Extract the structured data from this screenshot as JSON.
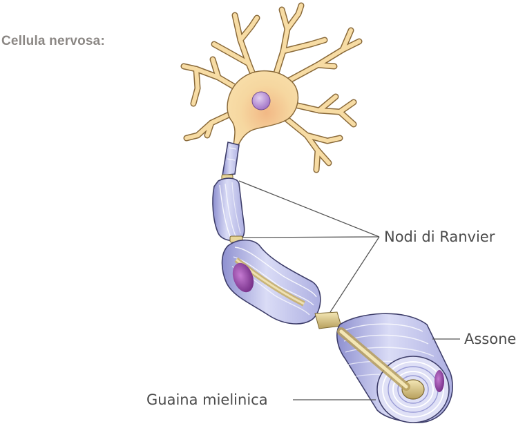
{
  "diagram": {
    "title": "Cellula nervosa:",
    "labels": {
      "nodes": "Nodi di Ranvier",
      "axon": "Assone",
      "myelin": "Guaina mielinica"
    },
    "colors": {
      "dendrite_fill": "#f6d9a0",
      "dendrite_stroke": "#8a6a3a",
      "soma_accent": "#f0b07a",
      "nucleus": "#b48ad4",
      "sheath_fill": "#c9cbef",
      "sheath_dark": "#6e70b8",
      "axon_core": "#d8c483",
      "schwann_nucleus": "#8a3e9c",
      "leader": "#555555",
      "label_text": "#4b4b4b",
      "title_text": "#8b8784"
    }
  }
}
